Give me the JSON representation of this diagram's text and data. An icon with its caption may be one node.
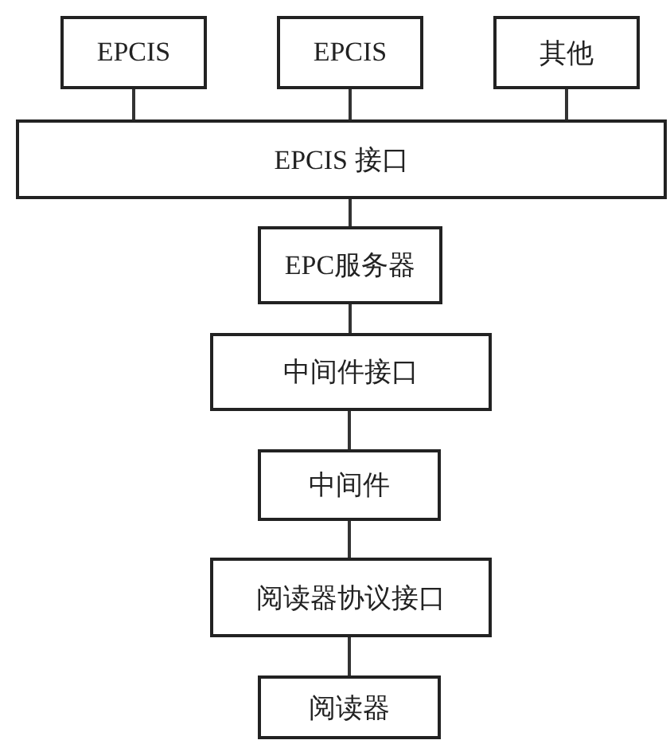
{
  "diagram": {
    "nodes": [
      {
        "text": [
          "EPCIS"
        ]
      },
      {
        "text": [
          "EPCIS"
        ]
      },
      {
        "text": [
          "其他"
        ]
      },
      {
        "text": [
          "EPCIS 接口"
        ]
      },
      {
        "text": [
          "EPC服务器"
        ]
      },
      {
        "text": [
          "中间件接口"
        ]
      },
      {
        "text": [
          "中间件"
        ]
      },
      {
        "text": [
          "阅读器协议接口"
        ]
      },
      {
        "text": [
          "阅读器"
        ]
      }
    ],
    "edges": [
      {
        "from": 0,
        "to": 3,
        "arrow": "none"
      },
      {
        "from": 1,
        "to": 3,
        "arrow": "none"
      },
      {
        "from": 2,
        "to": 3,
        "arrow": "none"
      },
      {
        "from": 3,
        "to": 4,
        "arrow": "none"
      },
      {
        "from": 4,
        "to": 5,
        "arrow": "none"
      },
      {
        "from": 5,
        "to": 6,
        "arrow": "none"
      },
      {
        "from": 6,
        "to": 7,
        "arrow": "none"
      },
      {
        "from": 7,
        "to": 8,
        "arrow": "none"
      }
    ]
  }
}
